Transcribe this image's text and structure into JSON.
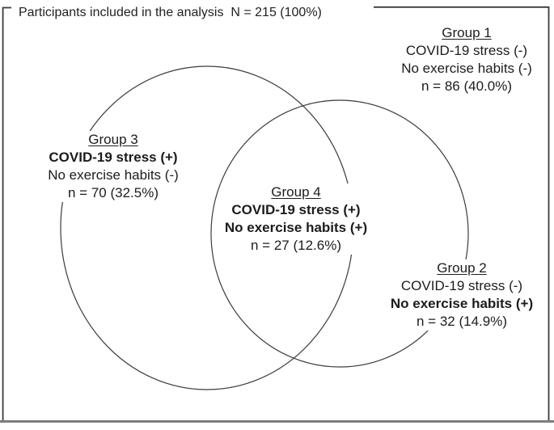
{
  "figure": {
    "title": "Participants included in the analysis  N = 215 (100%)",
    "total_n": "215",
    "total_percent": "100%"
  },
  "groups": [
    {
      "name": "Group 1",
      "lines": [
        "COVID-19 stress (-)",
        "No exercise habits (-)",
        "n = 86 (40.0%)"
      ],
      "bold": [
        false,
        false,
        false
      ],
      "n": "86",
      "percent": "40.0%"
    },
    {
      "name": "Group 2",
      "lines": [
        "COVID-19 stress (-)",
        "No exercise habits (+)",
        "n = 32 (14.9%)"
      ],
      "bold": [
        false,
        true,
        false
      ],
      "n": "32",
      "percent": "14.9%"
    },
    {
      "name": "Group 3",
      "lines": [
        "COVID-19 stress (+)",
        "No exercise habits (-)",
        "n = 70 (32.5%)"
      ],
      "bold": [
        true,
        false,
        false
      ],
      "n": "70",
      "percent": "32.5%"
    },
    {
      "name": "Group 4",
      "lines": [
        "COVID-19 stress (+)",
        "No exercise habits (+)",
        "n = 27 (12.6%)"
      ],
      "bold": [
        true,
        true,
        false
      ],
      "n": "27",
      "percent": "12.6%"
    }
  ],
  "colors": {
    "background": "#ffffff",
    "text": "#1c1c1c",
    "ellipse_stroke": "#3d3d3d",
    "border_dark": "#3b3b3b",
    "border_bottom_gray": "#7a7a7a"
  }
}
